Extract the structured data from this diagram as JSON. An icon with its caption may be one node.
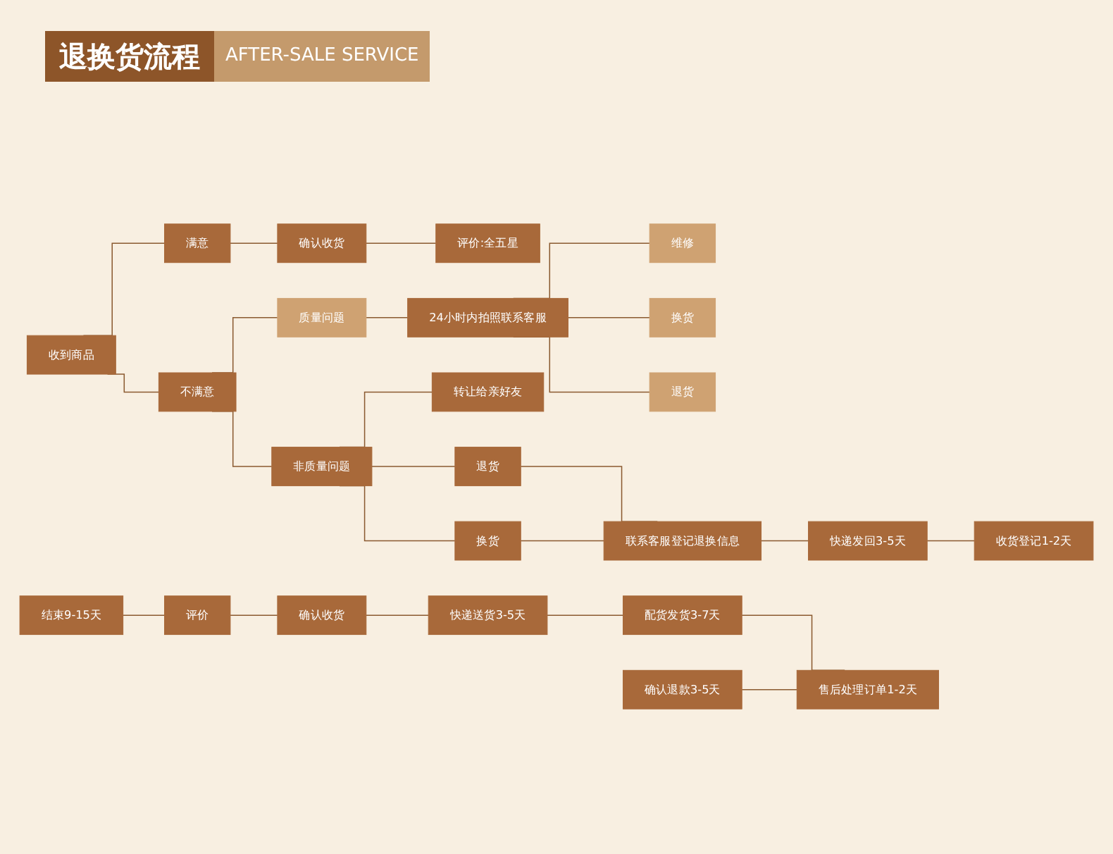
{
  "diagram": {
    "title": "退换货流程",
    "nodes": [
      {
        "text": [
          "收到商品"
        ]
      },
      {
        "text": [
          "满意"
        ]
      },
      {
        "text": [
          "确认收货"
        ]
      },
      {
        "text": [
          "评价:全五星"
        ]
      },
      {
        "text": [
          "不满意"
        ]
      },
      {
        "text": [
          "质量问题"
        ]
      },
      {
        "text": [
          "24小时内拍照联系客服"
        ]
      },
      {
        "text": [
          "维修"
        ]
      },
      {
        "text": [
          "换货"
        ]
      },
      {
        "text": [
          "退货"
        ]
      },
      {
        "text": [
          "非质量问题"
        ]
      },
      {
        "text": [
          "转让给亲好友"
        ]
      },
      {
        "text": [
          "退货"
        ]
      },
      {
        "text": [
          "换货"
        ]
      },
      {
        "text": [
          "联系客服登记退换信息"
        ]
      },
      {
        "text": [
          "快递发回3-5天"
        ]
      },
      {
        "text": [
          "收货登记1-2天"
        ]
      },
      {
        "text": [
          "确认退款3-5天"
        ]
      },
      {
        "text": [
          "售后处理订单1-2天"
        ]
      },
      {
        "text": [
          "配货发货3-7天"
        ]
      },
      {
        "text": [
          "结束9-15天"
        ]
      },
      {
        "text": [
          "评价"
        ]
      },
      {
        "text": [
          "确认收货"
        ]
      },
      {
        "text": [
          "快递送货3-5天"
        ]
      }
    ],
    "edges": [
      {
        "from": 0,
        "to": 1,
        "arrow": "none"
      },
      {
        "from": 0,
        "to": 4,
        "arrow": "none"
      },
      {
        "from": 1,
        "to": 2,
        "arrow": "none"
      },
      {
        "from": 2,
        "to": 3,
        "arrow": "none"
      },
      {
        "from": 4,
        "to": 5,
        "arrow": "none"
      },
      {
        "from": 4,
        "to": 10,
        "arrow": "none"
      },
      {
        "from": 5,
        "to": 6,
        "arrow": "none"
      },
      {
        "from": 6,
        "to": 7,
        "arrow": "none"
      },
      {
        "from": 6,
        "to": 8,
        "arrow": "none"
      },
      {
        "from": 6,
        "to": 9,
        "arrow": "none"
      },
      {
        "from": 10,
        "to": 11,
        "arrow": "none"
      },
      {
        "from": 10,
        "to": 12,
        "arrow": "none"
      },
      {
        "from": 10,
        "to": 13,
        "arrow": "none"
      },
      {
        "from": 12,
        "to": 14,
        "arrow": "none"
      },
      {
        "from": 13,
        "to": 14,
        "arrow": "none"
      },
      {
        "from": 14,
        "to": 15,
        "arrow": "none"
      },
      {
        "from": 15,
        "to": 16,
        "arrow": "none"
      },
      {
        "from": 20,
        "to": 21,
        "arrow": "none"
      },
      {
        "from": 21,
        "to": 22,
        "arrow": "none"
      },
      {
        "from": 22,
        "to": 23,
        "arrow": "none"
      },
      {
        "from": 23,
        "to": 19,
        "arrow": "none"
      },
      {
        "from": 19,
        "to": 18,
        "arrow": "none"
      },
      {
        "from": 17,
        "to": 18,
        "arrow": "none"
      }
    ],
    "labels": [
      "AFTER-SALE SERVICE"
    ]
  }
}
